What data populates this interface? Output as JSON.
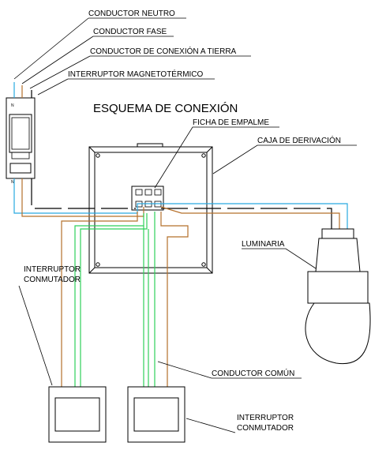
{
  "title": "ESQUEMA DE CONEXIÓN",
  "labels": {
    "neutro": "CONDUCTOR NEUTRO",
    "fase": "CONDUCTOR FASE",
    "tierra": "CONDUCTOR DE CONEXIÓN A TIERRA",
    "interruptor_mag": "INTERRUPTOR MAGNETOTÉRMICO",
    "ficha": "FICHA DE EMPALME",
    "caja": "CAJA DE DERIVACIÓN",
    "luminaria": "LUMINARIA",
    "conmutador_top_1": "INTERRUPTOR",
    "conmutador_top_2": "CONMUTADOR",
    "comun": "CONDUCTOR COMÚN",
    "conmutador_bot_1": "INTERRUPTOR",
    "conmutador_bot_2": "CONMUTADOR"
  },
  "breaker_marks": {
    "n_top": "N",
    "n_bottom": "N"
  },
  "colors": {
    "neutro": "#29a9e0",
    "fase": "#b5702b",
    "tierra": "#000000",
    "conmutador_green": "#2fd05a",
    "line": "#000000"
  }
}
